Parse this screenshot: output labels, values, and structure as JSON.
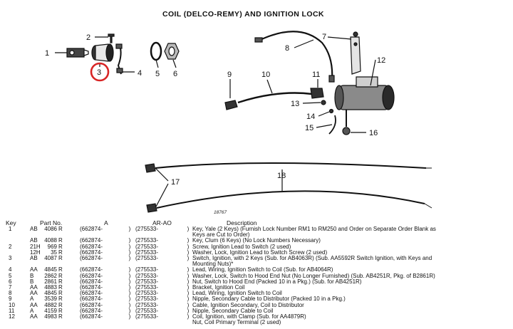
{
  "title": "COIL (DELCO-REMY) AND IGNITION LOCK",
  "callouts": [
    "1",
    "2",
    "3",
    "4",
    "5",
    "6",
    "7",
    "8",
    "9",
    "10",
    "11",
    "12",
    "13",
    "14",
    "15",
    "16",
    "17",
    "18"
  ],
  "figure_number": "18767",
  "columns": {
    "key": "Key",
    "part_no": "Part No.",
    "a": "A",
    "ar_ao": "AR-AO",
    "description": "Description"
  },
  "rows": [
    {
      "key": "1",
      "prefix": "AB",
      "num": "4086",
      "suffix": "R",
      "a": "(662874-",
      "ar": "(275533-",
      "desc": "Key, Yale (2 Keys) (Furnish Lock Number RM1 to RM250 and Order on Separate Order Blank as"
    },
    {
      "key": "",
      "prefix": "",
      "num": "",
      "suffix": "",
      "a": "",
      "ar": "",
      "desc": "Keys are Cut to Order)"
    },
    {
      "key": "",
      "prefix": "AB",
      "num": "4088",
      "suffix": "R",
      "a": "(662874-",
      "ar": "(275533-",
      "desc": "Key, Clum (6 Keys) (No Lock Numbers Necessary)"
    },
    {
      "key": "2",
      "prefix": "21H",
      "num": "969",
      "suffix": "R",
      "a": "(662874-",
      "ar": "(275533-",
      "desc": "Screw, Ignition Lead to Switch (2 used)"
    },
    {
      "key": "",
      "prefix": "12H",
      "num": "35",
      "suffix": "R",
      "a": "(662874-",
      "ar": "(275533-",
      "desc": "Washer, Lock, Ignition Lead to Switch Screw (2 used)"
    },
    {
      "key": "3",
      "prefix": "AB",
      "num": "4087",
      "suffix": "R",
      "a": "(662874-",
      "ar": "(275533-",
      "desc": "Switch, Ignition, with 2 Keys (Sub. for AB4063R) (Sub. AA5592R Switch Ignition, with Keys and"
    },
    {
      "key": "",
      "prefix": "",
      "num": "",
      "suffix": "",
      "a": "",
      "ar": "",
      "desc": "Mounting Nuts)*"
    },
    {
      "key": "4",
      "prefix": "AA",
      "num": "4845",
      "suffix": "R",
      "a": "(662874-",
      "ar": "(275533-",
      "desc": "Lead, Wiring, Ignition Switch to Coil (Sub. for AB4064R)"
    },
    {
      "key": "5",
      "prefix": "B",
      "num": "2862",
      "suffix": "R",
      "a": "(662874-",
      "ar": "(275533-",
      "desc": "Washer, Lock, Switch to Hood End Nut (No Longer Furnished) (Sub. AB4251R, Pkg. of B2861R)"
    },
    {
      "key": "6",
      "prefix": "B",
      "num": "2861",
      "suffix": "R",
      "a": "(662874-",
      "ar": "(275533-",
      "desc": "Nut, Switch to Hood End (Packed 10 in a Pkg.) (Sub. for AB4251R)"
    },
    {
      "key": "7",
      "prefix": "AA",
      "num": "4883",
      "suffix": "R",
      "a": "(662874-",
      "ar": "(275533-",
      "desc": "Bracket, Ignition Coil"
    },
    {
      "key": "8",
      "prefix": "AA",
      "num": "4845",
      "suffix": "R",
      "a": "(662874-",
      "ar": "(275533-",
      "desc": "Lead, Wiring, Ignition Switch to Coil"
    },
    {
      "key": "9",
      "prefix": "A",
      "num": "3539",
      "suffix": "R",
      "a": "(662874-",
      "ar": "(275533-",
      "desc": "Nipple, Secondary Cable to Distributor (Packed 10 in a Pkg.)"
    },
    {
      "key": "10",
      "prefix": "AA",
      "num": "4882",
      "suffix": "R",
      "a": "(662874-",
      "ar": "(275533-",
      "desc": "Cable, Ignition Secondary, Coil to Distributor"
    },
    {
      "key": "11",
      "prefix": "A",
      "num": "4159",
      "suffix": "R",
      "a": "(662874-",
      "ar": "(275533-",
      "desc": "Nipple, Secondary Cable to Coil"
    },
    {
      "key": "12",
      "prefix": "AA",
      "num": "4983",
      "suffix": "R",
      "a": "(662874-",
      "ar": "(275533-",
      "desc": "Coil, Ignition, with Clamp (Sub. for AA4879R)"
    },
    {
      "key": "",
      "prefix": "",
      "num": "",
      "suffix": "",
      "a": "",
      "ar": "",
      "desc": "Nut, Coil Primary Terminal (2 used)"
    }
  ]
}
